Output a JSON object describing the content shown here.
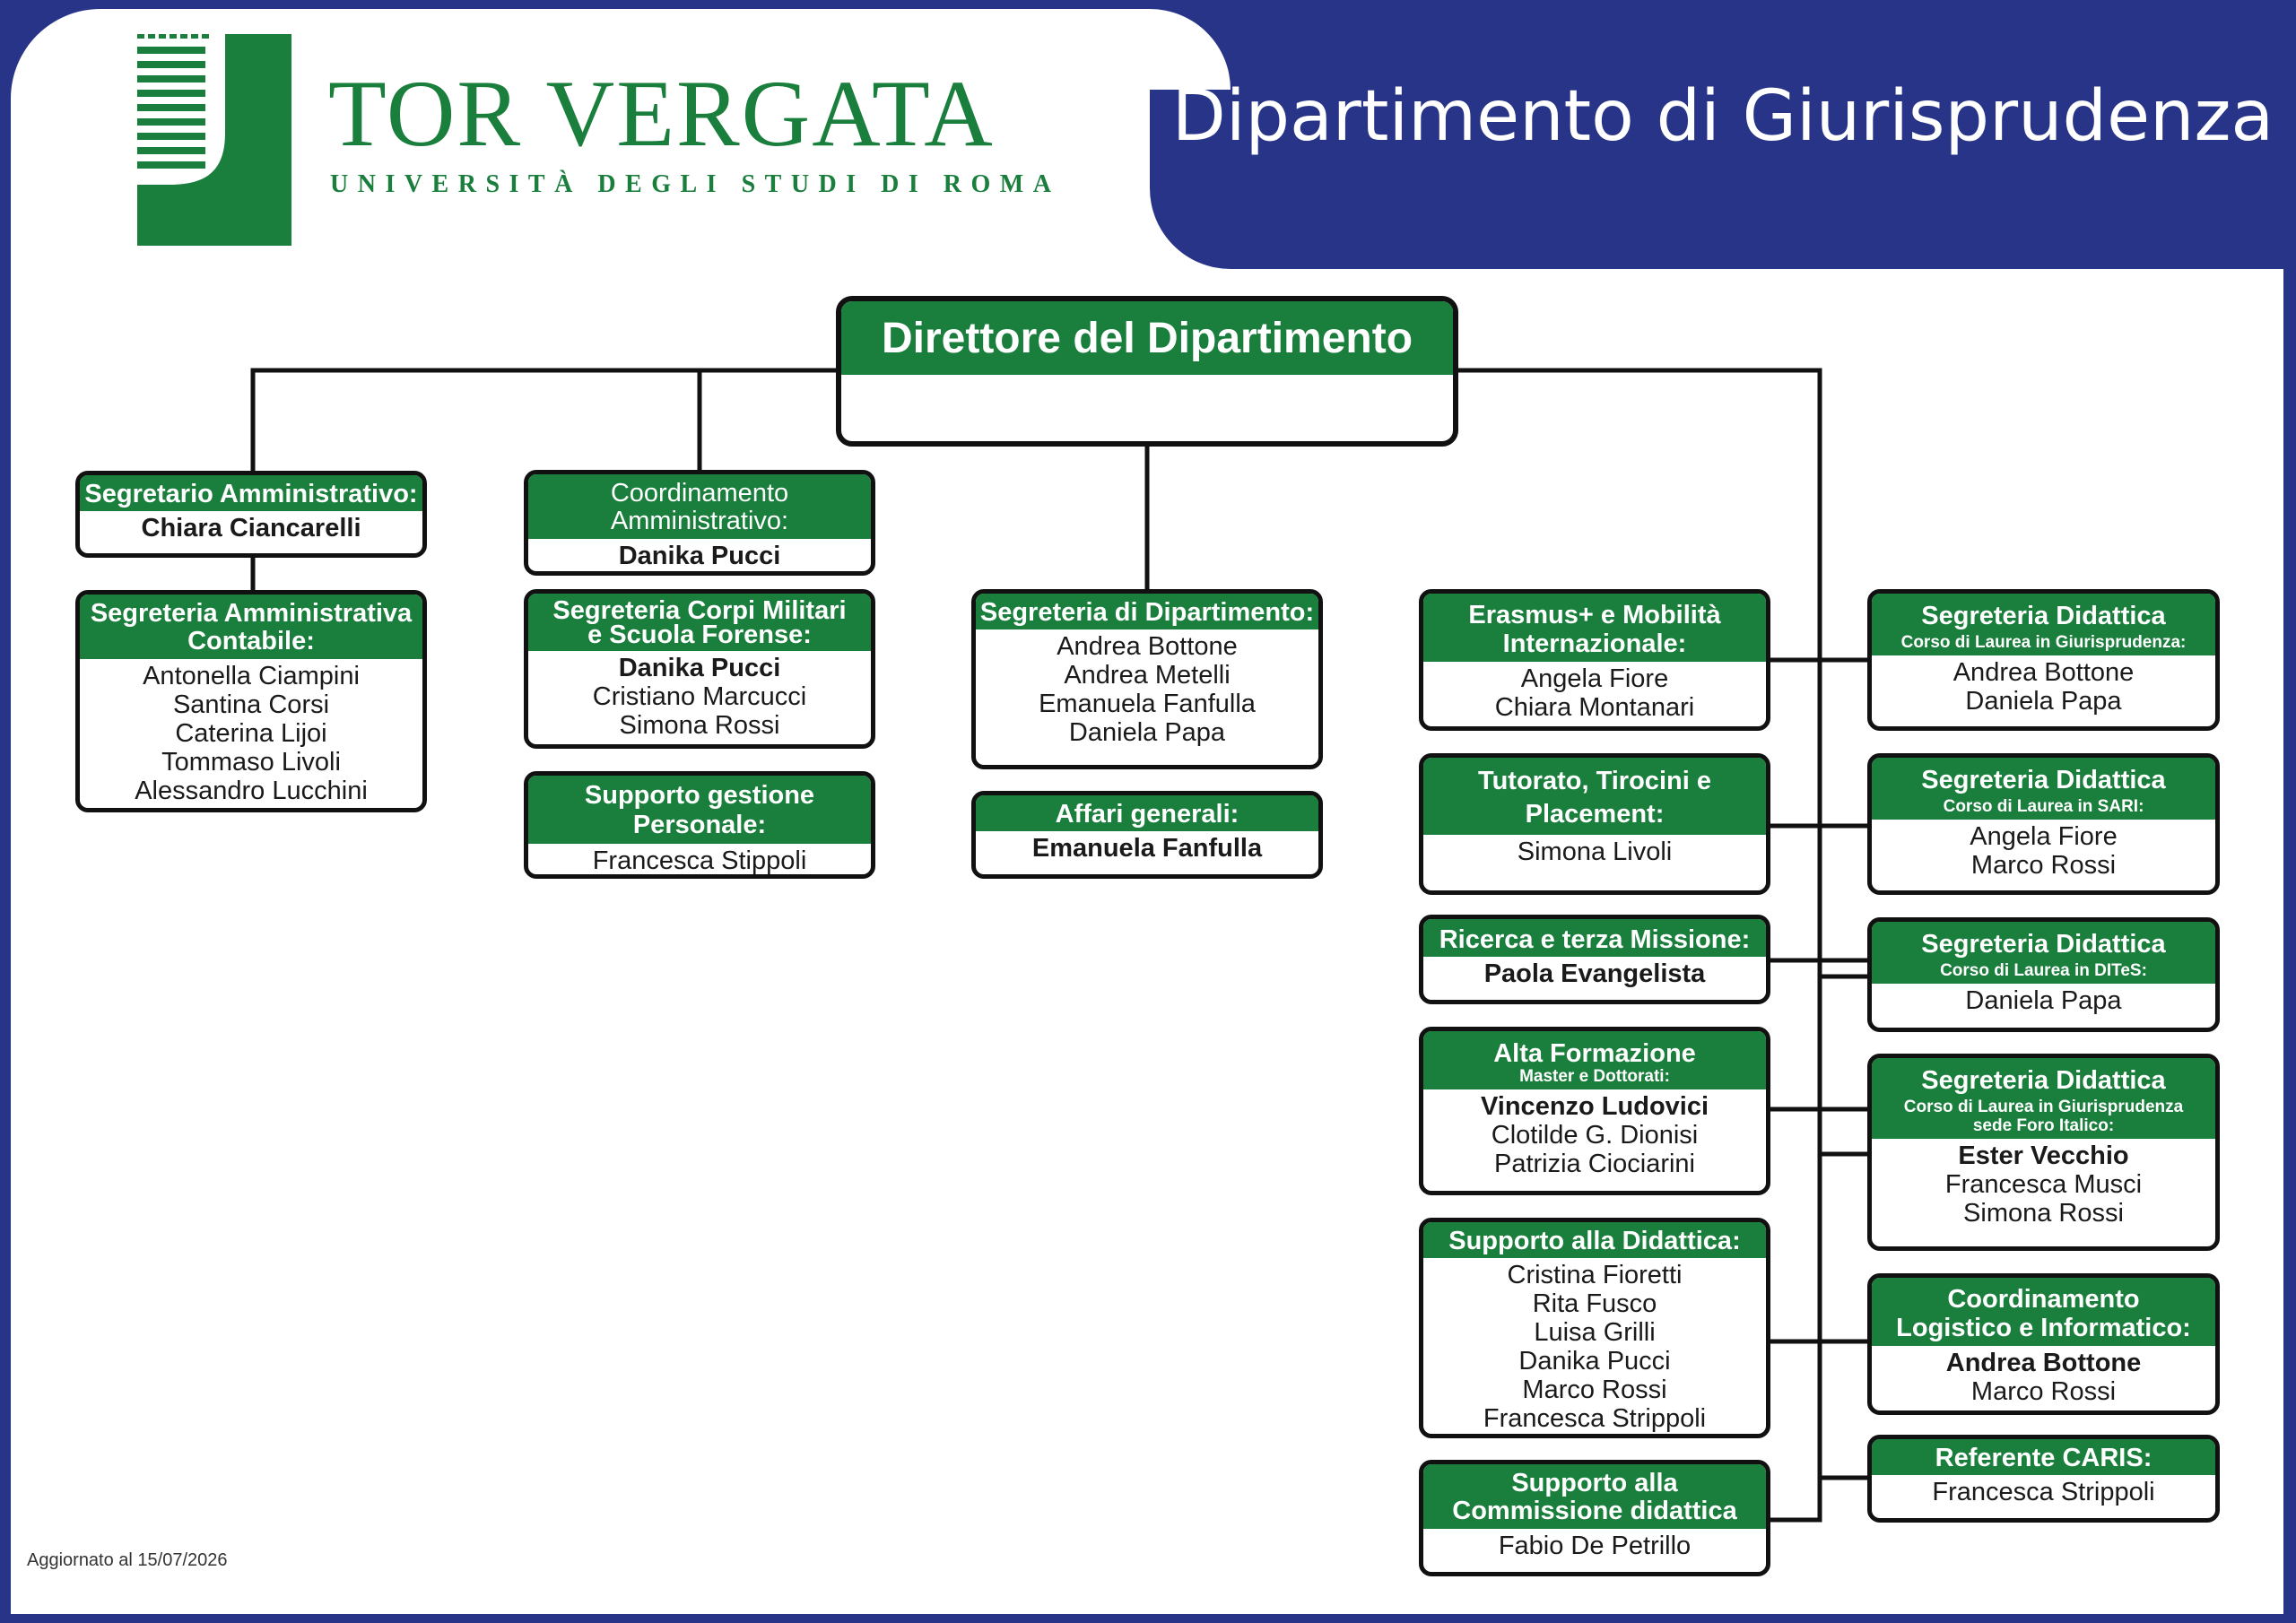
{
  "header": {
    "title": "Dipartimento di Giurisprudenza",
    "logo_name": "TOR VERGATA",
    "logo_subtitle": "UNIVERSITÀ DEGLI STUDI DI ROMA"
  },
  "colors": {
    "navy": "#283487",
    "green": "#1a7e3c",
    "border": "#111111"
  },
  "director": {
    "title": "Direttore del Dipartimento"
  },
  "columns": {
    "c1": [
      {
        "title": "Segretario Amministrativo:",
        "people": [
          {
            "name": "Chiara Ciancarelli",
            "bold": true
          }
        ]
      },
      {
        "title": "Segreteria Amministrativa",
        "title2": "Contabile:",
        "people": [
          {
            "name": "Antonella Ciampini"
          },
          {
            "name": "Santina Corsi"
          },
          {
            "name": "Caterina Lijoi"
          },
          {
            "name": "Tommaso Livoli"
          },
          {
            "name": "Alessandro Lucchini"
          }
        ]
      }
    ],
    "c2": [
      {
        "title": "Coordinamento",
        "title2": "Amministrativo:",
        "people": [
          {
            "name": "Danika Pucci",
            "bold": true
          }
        ]
      },
      {
        "title": "Segreteria Corpi Militari",
        "title2": "e Scuola Forense:",
        "people": [
          {
            "name": "Danika Pucci",
            "bold": true
          },
          {
            "name": "Cristiano Marcucci"
          },
          {
            "name": "Simona Rossi"
          }
        ]
      },
      {
        "title": "Supporto gestione",
        "title2": "Personale:",
        "people": [
          {
            "name": "Francesca Stippoli"
          }
        ]
      }
    ],
    "c3": [
      {
        "title": "Segreteria di Dipartimento:",
        "people": [
          {
            "name": "Andrea Bottone"
          },
          {
            "name": "Andrea Metelli"
          },
          {
            "name": "Emanuela Fanfulla"
          },
          {
            "name": "Daniela Papa"
          }
        ]
      },
      {
        "title": "Affari generali:",
        "people": [
          {
            "name": "Emanuela Fanfulla",
            "bold": true
          }
        ]
      }
    ],
    "c4": [
      {
        "title": "Erasmus+ e Mobilità",
        "title2": "Internazionale:",
        "people": [
          {
            "name": "Angela Fiore"
          },
          {
            "name": "Chiara Montanari"
          }
        ]
      },
      {
        "title": "Tutorato, Tirocini e",
        "title2": "Placement:",
        "people": [
          {
            "name": "Simona Livoli"
          }
        ]
      },
      {
        "title": "Ricerca e terza Missione:",
        "people": [
          {
            "name": "Paola Evangelista",
            "bold": true
          }
        ]
      },
      {
        "title": "Alta Formazione",
        "sub": "Master e Dottorati:",
        "people": [
          {
            "name": "Vincenzo Ludovici",
            "bold": true
          },
          {
            "name": "Clotilde G. Dionisi"
          },
          {
            "name": "Patrizia Ciociarini"
          }
        ]
      },
      {
        "title": "Supporto alla Didattica:",
        "people": [
          {
            "name": "Cristina Fioretti"
          },
          {
            "name": "Rita Fusco"
          },
          {
            "name": "Luisa Grilli"
          },
          {
            "name": "Danika Pucci"
          },
          {
            "name": "Marco Rossi"
          },
          {
            "name": "Francesca Strippoli"
          }
        ]
      },
      {
        "title": "Supporto alla",
        "title2": "Commissione didattica",
        "people": [
          {
            "name": "Fabio De Petrillo"
          }
        ]
      }
    ],
    "c5": [
      {
        "title": "Segreteria Didattica",
        "sub": "Corso di Laurea in Giurisprudenza:",
        "people": [
          {
            "name": "Andrea Bottone"
          },
          {
            "name": "Daniela Papa"
          }
        ]
      },
      {
        "title": "Segreteria Didattica",
        "sub": "Corso di Laurea in SARI:",
        "people": [
          {
            "name": "Angela Fiore"
          },
          {
            "name": "Marco Rossi"
          }
        ]
      },
      {
        "title": "Segreteria Didattica",
        "sub": "Corso di Laurea in DITeS:",
        "people": [
          {
            "name": "Daniela Papa"
          }
        ]
      },
      {
        "title": "Segreteria Didattica",
        "sub": "Corso di Laurea in Giurisprudenza",
        "sub2": "sede Foro Italico:",
        "people": [
          {
            "name": "Ester Vecchio",
            "bold": true
          },
          {
            "name": "Francesca Musci"
          },
          {
            "name": "Simona Rossi"
          }
        ]
      },
      {
        "title": "Coordinamento",
        "title2": "Logistico e Informatico:",
        "people": [
          {
            "name": "Andrea Bottone",
            "bold": true
          },
          {
            "name": "Marco Rossi"
          }
        ]
      },
      {
        "title": "Referente CARIS:",
        "people": [
          {
            "name": "Francesca Strippoli"
          }
        ]
      }
    ]
  },
  "footer": {
    "updated": "Aggiornato al 15/07/2026"
  }
}
